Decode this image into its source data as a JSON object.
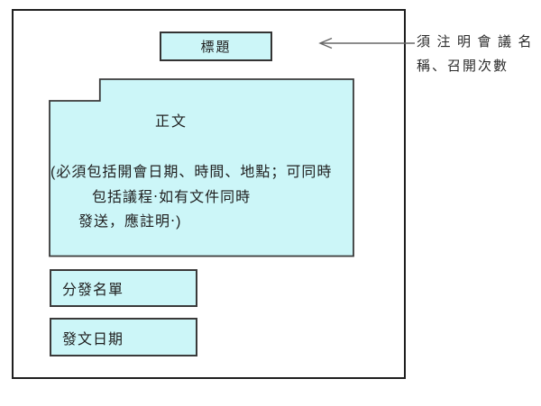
{
  "diagram": {
    "description_labels": {
      "title_box": "標題",
      "body_heading": "正文",
      "body_lines": [
        "(必須包括開會日期、時間、地點；可同時",
        "包括議程‧如有文件同時",
        "發送，應註明‧)"
      ],
      "distribution_box": "分發名單",
      "date_box": "發文日期"
    },
    "annotation": {
      "line1": "須注明會議名",
      "line2": "稱、召開次數"
    },
    "colors": {
      "box_fill": "#ccf6f8",
      "box_border": "#3a3a3a",
      "outer_border": "#1f1f1f",
      "arrow": "#666666",
      "text": "#1f1f1f",
      "background": "#ffffff"
    }
  }
}
